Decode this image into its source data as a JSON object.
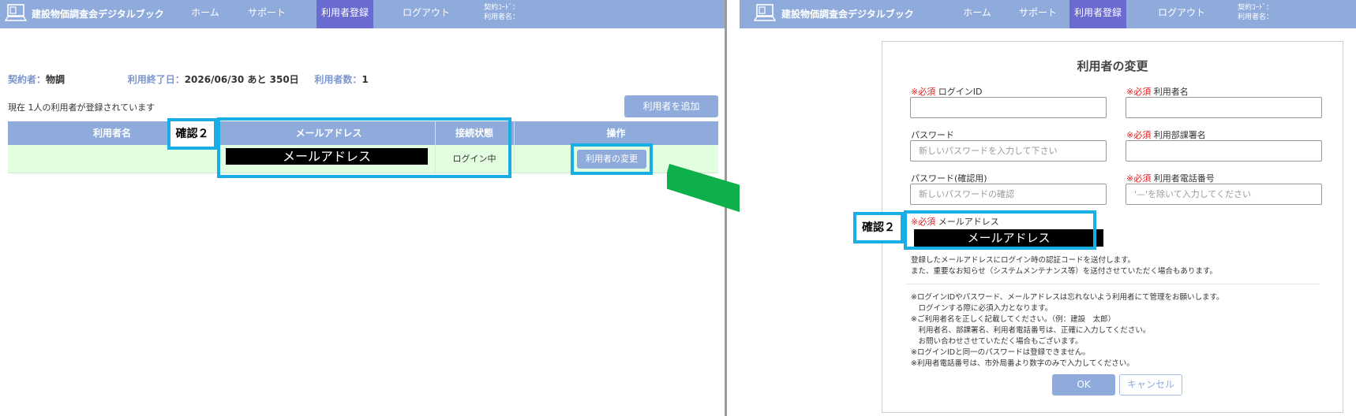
{
  "app": {
    "title": "建設物価調査会デジタルブック",
    "nav": [
      "ホーム",
      "サポート",
      "利用者登録",
      "ログアウト"
    ],
    "contract_code_label": "契約ｺｰﾄﾞ：",
    "user_name_label": "利用者名："
  },
  "left": {
    "summary": {
      "contractor_label": "契約者：",
      "contractor_value": "物調",
      "end_date_label": "利用終了日：",
      "end_date_value": "2026/06/30 あと 350日",
      "user_count_label": "利用者数：",
      "user_count_value": "1"
    },
    "registered_text": "現在 1人の利用者が登録されています",
    "add_user_button": "利用者を追加",
    "table": {
      "headers": [
        "利用者名",
        "メールアドレス",
        "接続状態",
        "操作"
      ],
      "row": {
        "email": "メールアドレス",
        "status": "ログイン中",
        "action": "利用者の変更"
      }
    },
    "callout": "確認２"
  },
  "right": {
    "form_title": "利用者の変更",
    "required_mark": "※必須",
    "fields": {
      "login_id": {
        "label": "ログインID",
        "value": ""
      },
      "user_name": {
        "label": "利用者名",
        "value": ""
      },
      "password": {
        "label": "パスワード",
        "placeholder": "新しいパスワードを入力して下さい"
      },
      "department": {
        "label": "利用部課署名",
        "value": ""
      },
      "password_confirm": {
        "label": "パスワード(確認用)",
        "placeholder": "新しいパスワードの確認"
      },
      "phone": {
        "label": "利用者電話番号",
        "placeholder": "'—'を除いて入力してください"
      },
      "email": {
        "label": "メールアドレス",
        "value": "メールアドレス"
      }
    },
    "email_notes": [
      "登録したメールアドレスにログイン時の認証コードを送付します。",
      "また、重要なお知らせ（システムメンテナンス等）を送付させていただく場合もあります。"
    ],
    "notes": [
      "※ログインIDやパスワード、メールアドレスは忘れないよう利用者にて管理をお願いします。",
      "　ログインする際に必須入力となります。",
      "※ご利用者名を正しく記載してください。（例：建設　太郎）",
      "　利用者名、部課署名、利用者電話番号は、正確に入力してください。",
      "　お問い合わせさせていただく場合もございます。",
      "※ログインIDと同一のパスワードは登録できません。",
      "※利用者電話番号は、市外局番より数字のみで入力してください。"
    ],
    "ok_button": "OK",
    "cancel_button": "キャンセル",
    "callout": "確認２"
  },
  "colors": {
    "header": "#8eabdb",
    "nav_active": "#6a6bd0",
    "highlight": "#18aee5",
    "arrow": "#0db04b",
    "row_bg": "#e2fddf",
    "required": "#e02020"
  },
  "icons": {
    "logo": "computer-book-icon",
    "arrow": "right-down-arrow-icon"
  }
}
